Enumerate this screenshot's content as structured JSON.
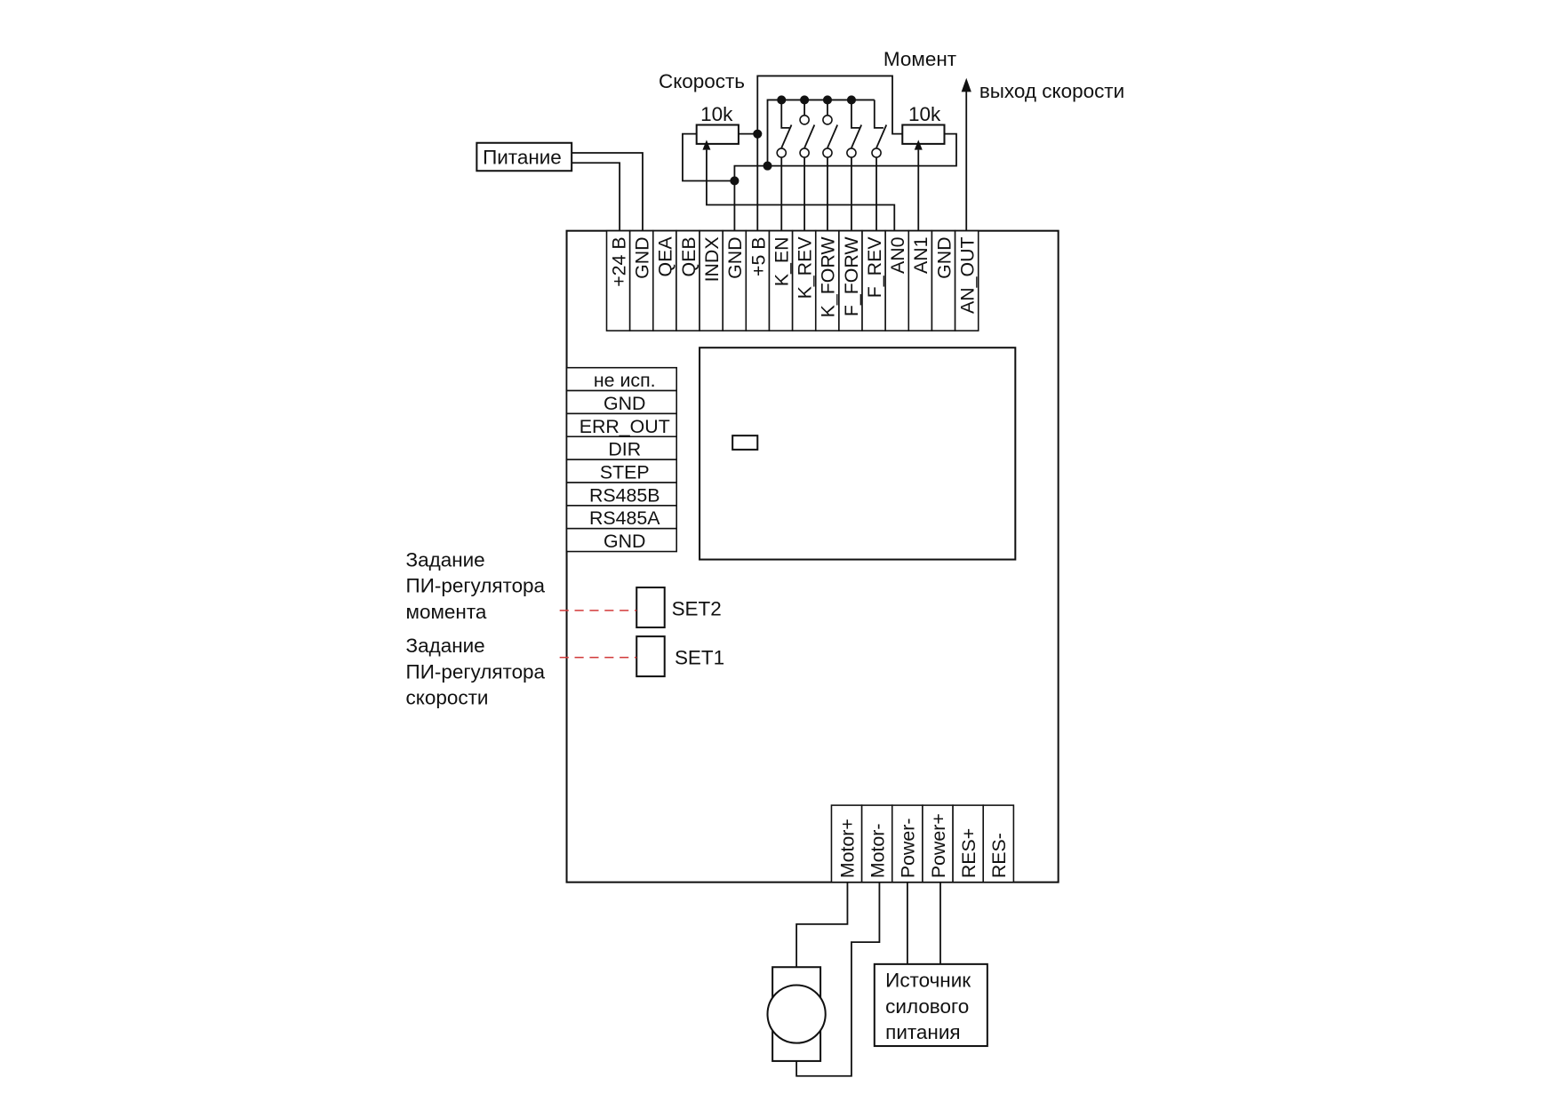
{
  "labels": {
    "power": "Питание",
    "speed": "Скорость",
    "torque": "Момент",
    "speed_output": "выход скорости",
    "pot_left": "10k",
    "pot_right": "10k",
    "set2_desc": [
      "Задание",
      "ПИ-регулятора",
      "момента"
    ],
    "set1_desc": [
      "Задание",
      "ПИ-регулятора",
      "скорости"
    ],
    "set2": "SET2",
    "set1": "SET1",
    "power_source": [
      "Источник",
      "силового",
      "питания"
    ]
  },
  "top_terminals": [
    "+24 B",
    "GND",
    "QEA",
    "QEB",
    "INDX",
    "GND",
    "+5 B",
    "K_EN",
    "K_REV",
    "K_FORW",
    "F_FORW",
    "F_REV",
    "AN0",
    "AN1",
    "GND",
    "AN_OUT"
  ],
  "side_terminals": [
    "не исп.",
    "GND",
    "ERR_OUT",
    "DIR",
    "STEP",
    "RS485B",
    "RS485A",
    "GND"
  ],
  "bottom_terminals": [
    "Motor+",
    "Motor-",
    "Power-",
    "Power+",
    "RES+",
    "RES-"
  ],
  "colors": {
    "line": "#111111",
    "dashed_link": "#d23a3a"
  }
}
